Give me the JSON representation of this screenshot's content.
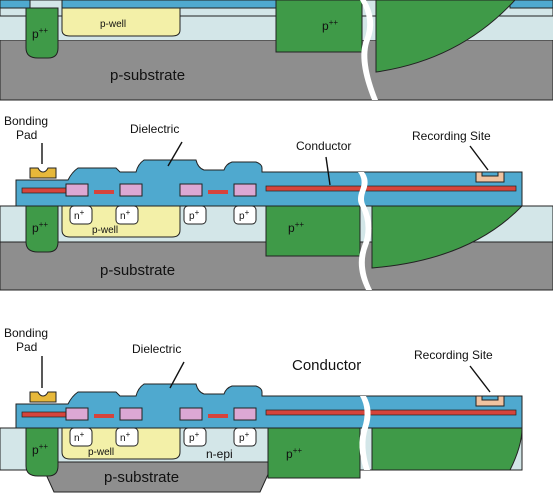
{
  "colors": {
    "green": "#3f9a48",
    "substrate": "#8e8e8e",
    "epi": "#d3e6e8",
    "pwell": "#f3f0a8",
    "dielectric": "#4fa9cf",
    "conductor": "#d6443c",
    "gate": "#dca8d4",
    "bond_pad": "#e7b83a",
    "recording_site": "#f0c3a0"
  },
  "panels": [
    {
      "labels": {
        "pwell": "p-well",
        "substrate": "p-substrate",
        "p_left": "p",
        "p_left_sup": "++",
        "p_right": "p",
        "p_right_sup": "++"
      }
    },
    {
      "labels": {
        "bonding_pad_1": "Bonding",
        "bonding_pad_2": "Pad",
        "dielectric": "Dielectric",
        "conductor": "Conductor",
        "recording_site": "Recording Site",
        "n1": "n",
        "n1_sup": "+",
        "n2": "n",
        "n2_sup": "+",
        "p1": "p",
        "p1_sup": "+",
        "p2": "p",
        "p2_sup": "+",
        "pwell": "p-well",
        "p_left": "p",
        "p_left_sup": "++",
        "p_right": "p",
        "p_right_sup": "++",
        "substrate": "p-substrate"
      }
    },
    {
      "labels": {
        "bonding_pad_1": "Bonding",
        "bonding_pad_2": "Pad",
        "dielectric": "Dielectric",
        "conductor": "Conductor",
        "recording_site": "Recording Site",
        "n1": "n",
        "n1_sup": "+",
        "n2": "n",
        "n2_sup": "+",
        "p1": "p",
        "p1_sup": "+",
        "p2": "p",
        "p2_sup": "+",
        "pwell": "p-well",
        "nepi": "n-epi",
        "p_left": "p",
        "p_left_sup": "++",
        "p_right": "p",
        "p_right_sup": "++",
        "substrate": "p-substrate"
      }
    }
  ]
}
